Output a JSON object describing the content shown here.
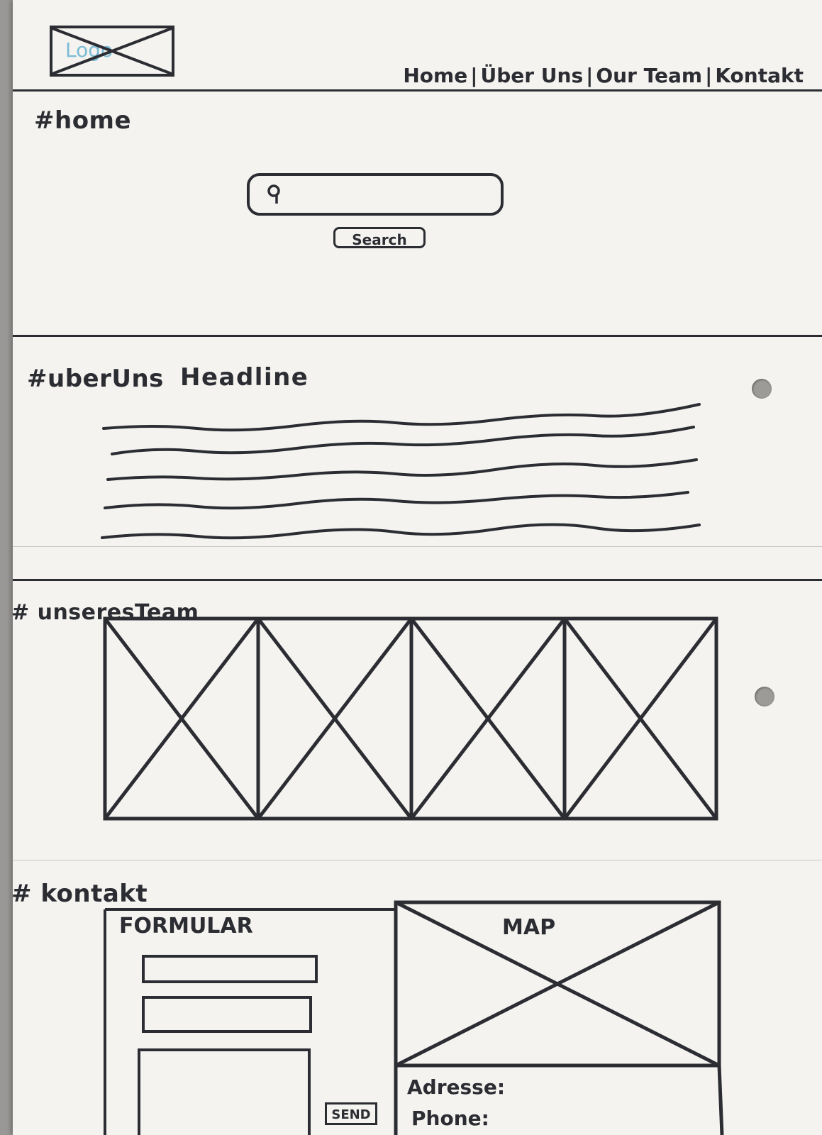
{
  "header": {
    "logo_text": "Logo",
    "nav": [
      "Home",
      "Über Uns",
      "Our Team",
      "Kontakt"
    ]
  },
  "home": {
    "label": "#home",
    "search_button": "Search"
  },
  "about": {
    "label": "#uberUns",
    "headline": "Headline"
  },
  "team": {
    "label": "# unseresTeam"
  },
  "contact": {
    "label": "# kontakt",
    "form_title": "FORMULAR",
    "map_title": "MAP",
    "send_button": "SEND",
    "address_label": "Adresse:",
    "phone_label": "Phone:"
  },
  "colors": {
    "paper": "#f4f3ef",
    "ink": "#2b2d33",
    "logo_ink": "#7bbcd6",
    "background": "#9a9896"
  }
}
